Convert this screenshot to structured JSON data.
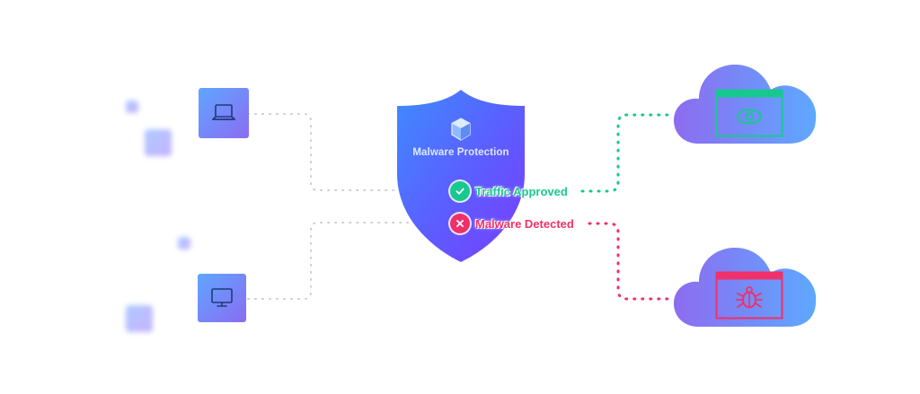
{
  "shield": {
    "title": "Malware Protection",
    "icon": "cube-icon"
  },
  "statuses": {
    "approved": {
      "label": "Traffic Approved",
      "color": "#17c98f",
      "icon": "check-icon"
    },
    "detected": {
      "label": "Malware Detected",
      "color": "#f0306a",
      "icon": "x-icon"
    }
  },
  "devices": {
    "top": {
      "icon": "laptop-icon"
    },
    "bottom": {
      "icon": "monitor-icon"
    }
  },
  "clouds": {
    "top": {
      "icon": "eye-window-icon",
      "accent": "#17c98f"
    },
    "bottom": {
      "icon": "bug-window-icon",
      "accent": "#f0306a"
    }
  },
  "colors": {
    "gradient_start": "#5fa6ff",
    "gradient_end": "#9b6cf6",
    "shield_top": "#3f86ff",
    "shield_bottom": "#6f3cff"
  }
}
